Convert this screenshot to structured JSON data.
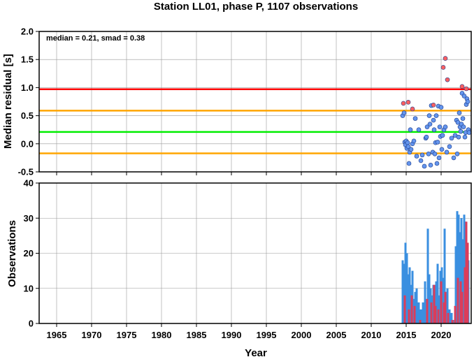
{
  "chart_data": [
    {
      "type": "scatter",
      "title": "Station LL01, phase P, 1107 observations",
      "annotation": "median = 0.21, smad = 0.38",
      "xlabel": "",
      "ylabel": "Median residual [s]",
      "xlim": [
        1962.5,
        2024.3
      ],
      "ylim": [
        -0.5,
        2.0
      ],
      "x_ticks": [
        1965,
        1970,
        1975,
        1980,
        1985,
        1990,
        1995,
        2000,
        2005,
        2010,
        2015,
        2020
      ],
      "y_ticks": [
        -0.5,
        0.0,
        0.5,
        1.0,
        1.5,
        2.0
      ],
      "y_tick_labels": [
        "-0.5",
        "0.0",
        "0.5",
        "1.0",
        "1.5",
        "2.0"
      ],
      "grid": true,
      "reference_lines": [
        {
          "value": 0.97,
          "color": "#ff0000"
        },
        {
          "value": 0.59,
          "color": "#ffa500"
        },
        {
          "value": 0.21,
          "color": "#00ee00"
        },
        {
          "value": -0.17,
          "color": "#ffa500"
        }
      ],
      "series": [
        {
          "color": "#6495ed",
          "points": [
            [
              2014.5,
              0.5
            ],
            [
              2014.7,
              0.55
            ],
            [
              2014.8,
              0.03
            ],
            [
              2014.9,
              -0.02
            ],
            [
              2015.0,
              0.05
            ],
            [
              2015.1,
              -0.08
            ],
            [
              2015.2,
              0.02
            ],
            [
              2015.3,
              -0.05
            ],
            [
              2015.4,
              -0.35
            ],
            [
              2015.5,
              -0.15
            ],
            [
              2015.6,
              0.25
            ],
            [
              2015.7,
              -0.1
            ],
            [
              2015.9,
              0.0
            ],
            [
              2016.1,
              0.05
            ],
            [
              2016.3,
              0.45
            ],
            [
              2016.5,
              -0.22
            ],
            [
              2016.8,
              0.25
            ],
            [
              2017.1,
              -0.3
            ],
            [
              2017.3,
              -0.2
            ],
            [
              2017.6,
              -0.4
            ],
            [
              2017.8,
              0.1
            ],
            [
              2017.9,
              0.12
            ],
            [
              2018.0,
              0.3
            ],
            [
              2018.2,
              -0.18
            ],
            [
              2018.3,
              0.5
            ],
            [
              2018.4,
              0.35
            ],
            [
              2018.5,
              -0.38
            ],
            [
              2018.6,
              0.68
            ],
            [
              2018.8,
              -0.15
            ],
            [
              2018.9,
              0.42
            ],
            [
              2019.0,
              0.25
            ],
            [
              2019.1,
              -0.18
            ],
            [
              2019.2,
              0.02
            ],
            [
              2019.3,
              0.5
            ],
            [
              2019.4,
              -0.35
            ],
            [
              2019.5,
              0.03
            ],
            [
              2019.6,
              0.67
            ],
            [
              2019.7,
              -0.25
            ],
            [
              2019.8,
              0.3
            ],
            [
              2019.9,
              0.13
            ],
            [
              2020.0,
              0.65
            ],
            [
              2020.1,
              -0.1
            ],
            [
              2020.2,
              0.15
            ],
            [
              2020.4,
              0.25
            ],
            [
              2020.6,
              0.3
            ],
            [
              2020.8,
              -0.15
            ],
            [
              2021.2,
              -0.05
            ],
            [
              2021.5,
              0.1
            ],
            [
              2021.8,
              -0.25
            ],
            [
              2022.0,
              0.15
            ],
            [
              2022.2,
              0.42
            ],
            [
              2022.3,
              -0.18
            ],
            [
              2022.4,
              0.38
            ],
            [
              2022.5,
              0.12
            ],
            [
              2022.6,
              0.55
            ],
            [
              2022.7,
              0.3
            ],
            [
              2022.8,
              0.22
            ],
            [
              2022.9,
              0.35
            ],
            [
              2023.0,
              0.9
            ],
            [
              2023.1,
              0.45
            ],
            [
              2023.2,
              0.3
            ],
            [
              2023.3,
              0.85
            ],
            [
              2023.4,
              0.12
            ],
            [
              2023.5,
              0.2
            ],
            [
              2023.6,
              0.7
            ],
            [
              2023.7,
              0.8
            ],
            [
              2023.8,
              0.75
            ],
            [
              2023.9,
              0.25
            ],
            [
              2024.0,
              0.2
            ]
          ]
        },
        {
          "color": "#ff6060",
          "points": [
            [
              2014.6,
              0.72
            ],
            [
              2015.3,
              0.74
            ],
            [
              2015.9,
              0.62
            ],
            [
              2018.9,
              0.69
            ],
            [
              2020.3,
              1.36
            ],
            [
              2020.6,
              1.52
            ],
            [
              2020.9,
              1.14
            ],
            [
              2023.0,
              1.02
            ],
            [
              2023.6,
              0.98
            ]
          ]
        }
      ]
    },
    {
      "type": "bar",
      "title": "",
      "xlabel": "Year",
      "ylabel": "Observations",
      "xlim": [
        1962.5,
        2024.3
      ],
      "ylim": [
        0,
        40
      ],
      "x_ticks": [
        1965,
        1970,
        1975,
        1980,
        1985,
        1990,
        1995,
        2000,
        2005,
        2010,
        2015,
        2020
      ],
      "x_tick_labels": [
        "1965",
        "1970",
        "1975",
        "1980",
        "1985",
        "1990",
        "1995",
        "2000",
        "2005",
        "2010",
        "2015",
        "2020"
      ],
      "y_ticks": [
        0,
        10,
        20,
        30,
        40
      ],
      "y_tick_labels": [
        "0",
        "10",
        "20",
        "30",
        "40"
      ],
      "grid": true,
      "series": [
        {
          "color": "#3a8fe0",
          "x": [
            2014.5,
            2014.7,
            2014.9,
            2015.1,
            2015.3,
            2015.5,
            2015.7,
            2015.9,
            2016.1,
            2016.3,
            2016.5,
            2016.8,
            2017.1,
            2017.4,
            2017.7,
            2017.9,
            2018.1,
            2018.3,
            2018.5,
            2018.7,
            2018.9,
            2019.1,
            2019.3,
            2019.5,
            2019.7,
            2019.9,
            2020.1,
            2020.3,
            2020.5,
            2020.7,
            2020.9,
            2021.2,
            2021.5,
            2021.8,
            2022.1,
            2022.3,
            2022.5,
            2022.7,
            2022.9,
            2023.1,
            2023.3,
            2023.5,
            2023.7,
            2023.9
          ],
          "values": [
            18,
            17,
            23,
            20,
            14,
            16,
            11,
            15,
            7,
            9,
            10,
            6,
            4,
            6,
            12,
            4,
            27,
            14,
            10,
            8,
            11,
            7,
            12,
            17,
            8,
            15,
            16,
            13,
            27,
            9,
            10,
            4,
            3,
            1,
            22,
            32,
            31,
            26,
            30,
            24,
            31,
            29,
            18,
            18
          ]
        },
        {
          "color": "#dc3c5a",
          "x": [
            2014.8,
            2015.4,
            2015.8,
            2016.2,
            2017.0,
            2018.0,
            2018.6,
            2019.0,
            2019.2,
            2019.6,
            2020.0,
            2020.4,
            2020.6,
            2021.0,
            2021.6,
            2022.0,
            2022.4,
            2022.8,
            2023.0,
            2023.4,
            2023.6,
            2023.8
          ],
          "values": [
            8,
            4,
            8,
            5,
            1,
            7,
            6,
            11,
            5,
            4,
            12,
            6,
            9,
            3,
            1,
            5,
            13,
            12,
            9,
            16,
            29,
            23
          ]
        }
      ]
    }
  ]
}
